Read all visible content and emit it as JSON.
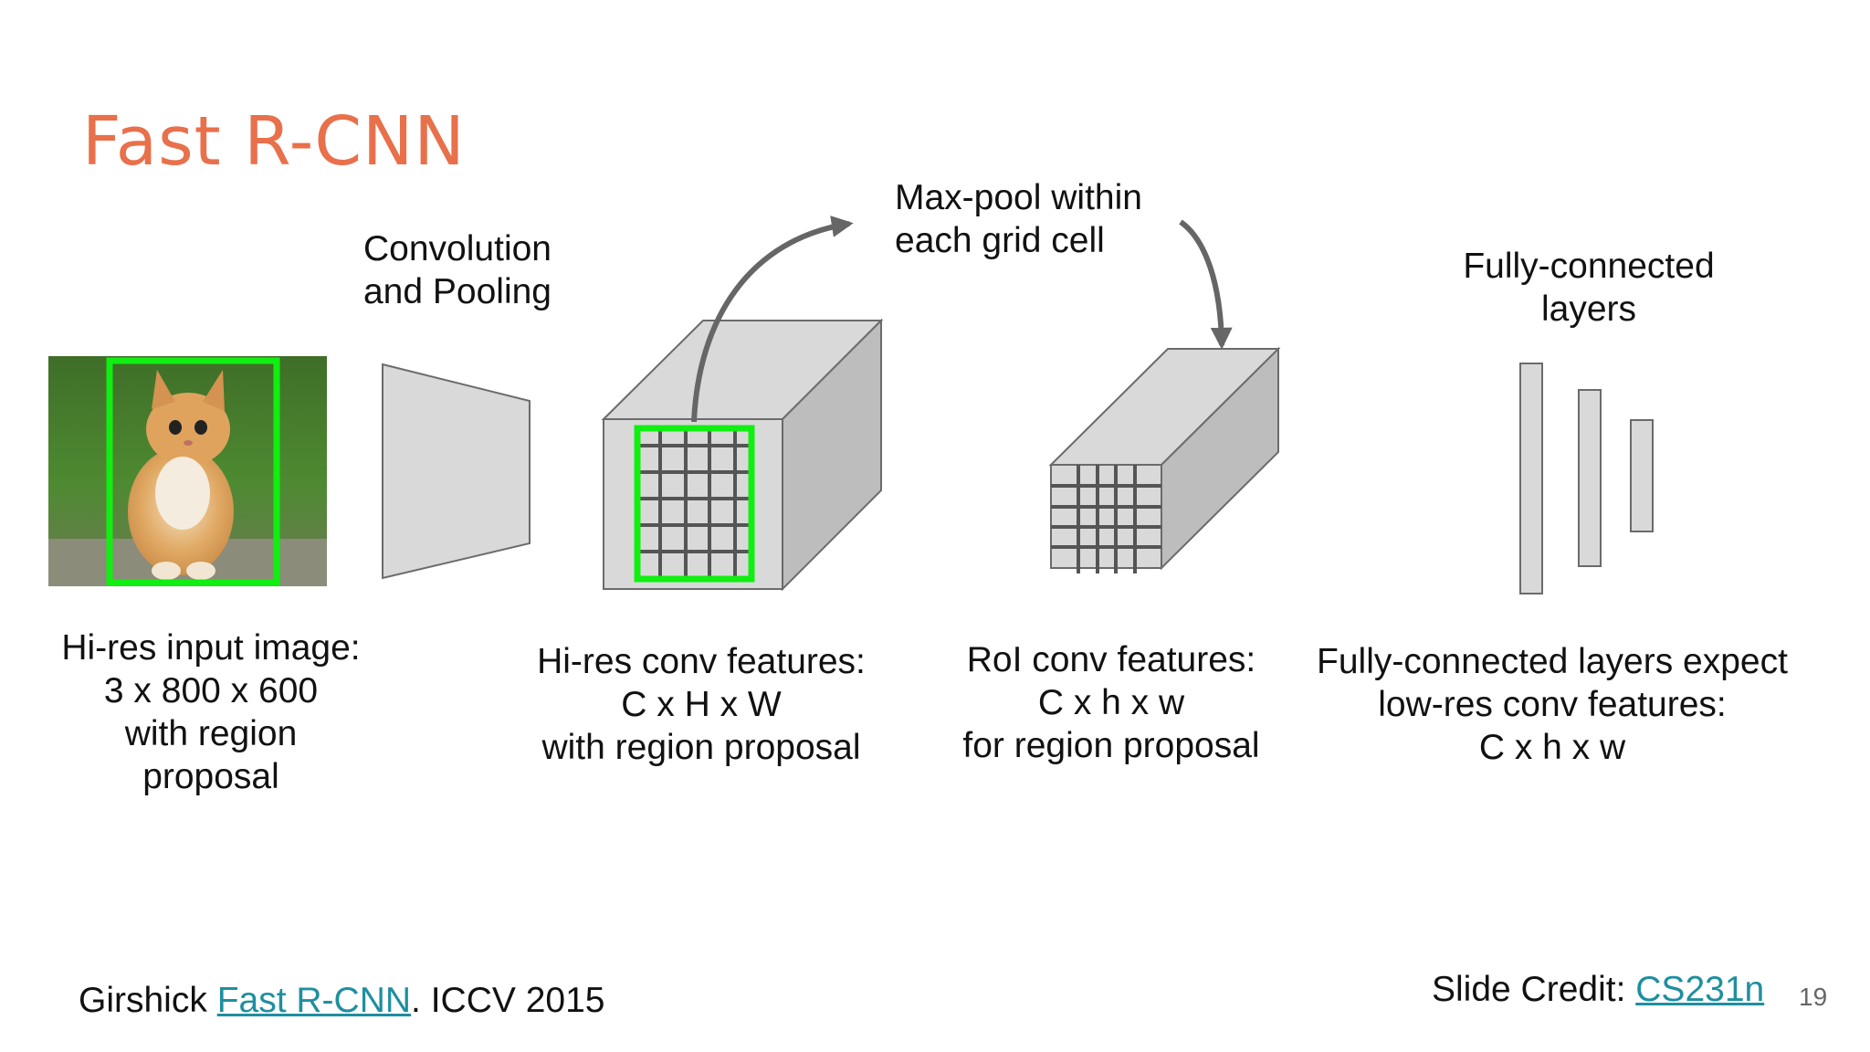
{
  "slide": {
    "title": "Fast R-CNN",
    "page_number": "19"
  },
  "diagram": {
    "stages": [
      {
        "id": "input",
        "lines": [
          "Hi-res input image:",
          "3 x 800 x 600",
          "with region",
          "proposal"
        ]
      },
      {
        "id": "conv",
        "lines": [
          "Hi-res conv features:",
          "C x H x W",
          "with region proposal"
        ]
      },
      {
        "id": "roi",
        "lines": [
          "RoI conv features:",
          "C x h x w",
          "for region proposal"
        ]
      },
      {
        "id": "fc",
        "lines": [
          "Fully-connected layers expect",
          "low-res conv features:",
          "C x h x w"
        ]
      }
    ],
    "annotations": {
      "conv_pool": [
        "Convolution",
        "and Pooling"
      ],
      "max_pool": [
        "Max-pool within",
        "each grid cell"
      ],
      "fc_layers": [
        "Fully-connected",
        "layers"
      ]
    },
    "colors": {
      "region_box": "#11EE11",
      "shape_fill": "#D9D9D9",
      "shape_side": "#BDBDBD",
      "outline": "#6B6B6B",
      "arrow": "#666666"
    }
  },
  "citation": {
    "author": "Girshick",
    "paper_link": "Fast R-CNN",
    "venue": ". ICCV 2015"
  },
  "credit": {
    "label": "Slide Credit: ",
    "link": "CS231n"
  }
}
